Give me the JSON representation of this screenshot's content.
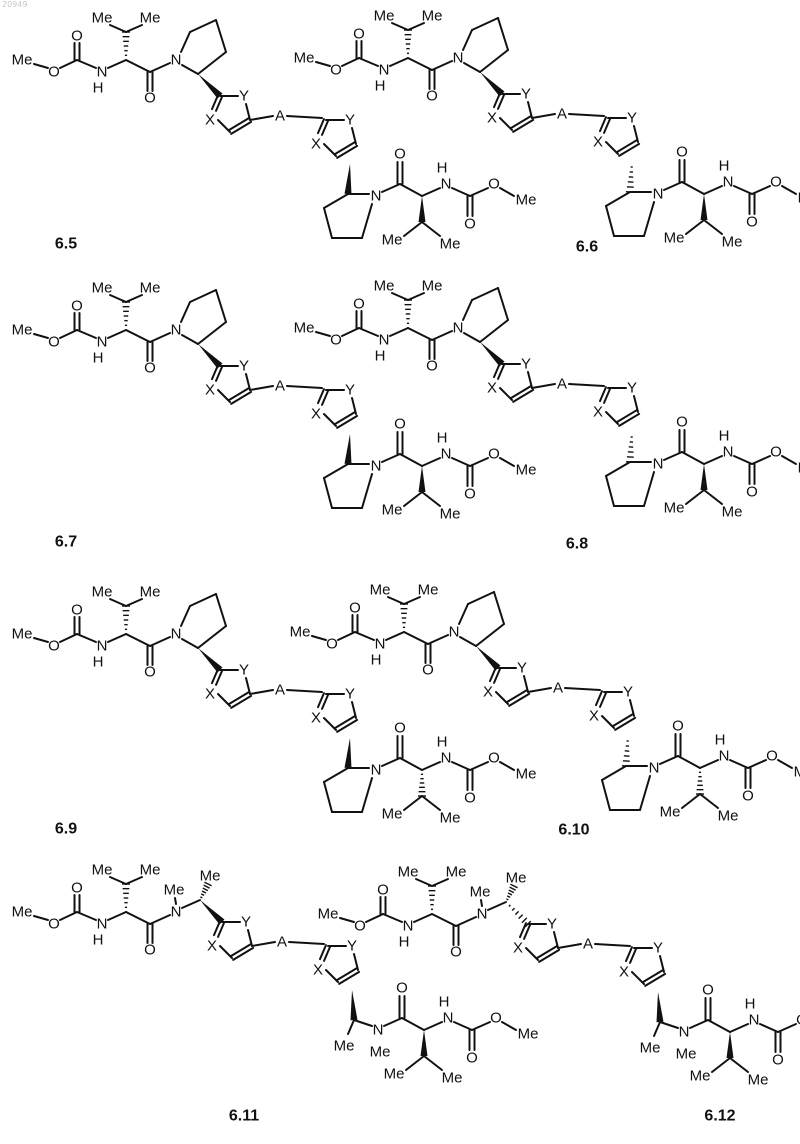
{
  "page_number": "20949",
  "atoms": {
    "methyl_ester": "Me",
    "oxygen": "O",
    "nitrogen": "N",
    "amide_h": "H",
    "methyl": "Me",
    "ring_x": "X",
    "ring_y": "Y",
    "linker": "A"
  },
  "compounds": [
    {
      "id": "c65",
      "label": "6.5"
    },
    {
      "id": "c66",
      "label": "6.6"
    },
    {
      "id": "c67",
      "label": "6.7"
    },
    {
      "id": "c68",
      "label": "6.8"
    },
    {
      "id": "c69",
      "label": "6.9"
    },
    {
      "id": "c610",
      "label": "6.10"
    },
    {
      "id": "c611",
      "label": "6.11"
    },
    {
      "id": "c612",
      "label": "6.12"
    }
  ]
}
